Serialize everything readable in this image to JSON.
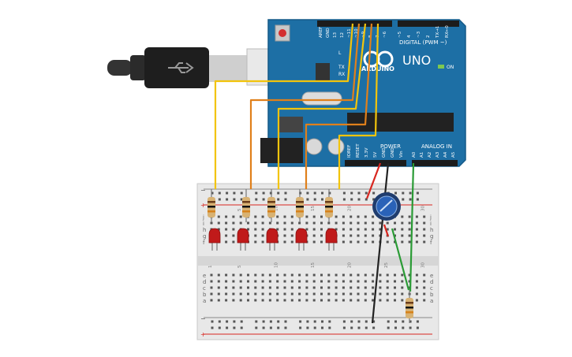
{
  "board": {
    "brand": "ARDUINO",
    "model": "UNO",
    "digital_label": "DIGITAL (PWM ~)",
    "power_label": "POWER",
    "analog_label": "ANALOG IN",
    "on_label": "ON",
    "l_label": "L",
    "tx_label": "TX",
    "rx_label": "RX",
    "digital_pins": [
      "AREF",
      "GND",
      "13",
      "12",
      "~11",
      "~10",
      "~9",
      "8",
      "7",
      "~6",
      "~5",
      "4",
      "~3",
      "2",
      "TX→1",
      "RX←0"
    ],
    "power_pins": [
      "IOREF",
      "RESET",
      "3.3V",
      "5V",
      "GND",
      "GND",
      "Vin"
    ],
    "analog_pins": [
      "A0",
      "A1",
      "A2",
      "A3",
      "A4",
      "A5"
    ]
  },
  "breadboard": {
    "column_numbers": [
      "1",
      "5",
      "10",
      "15",
      "20",
      "25",
      "30"
    ],
    "rows_top": [
      "j",
      "i",
      "h",
      "g",
      "f"
    ],
    "rows_bottom": [
      "e",
      "d",
      "c",
      "b",
      "a"
    ],
    "plus": "+",
    "minus": "−"
  },
  "colors": {
    "board": "#1d6fa5",
    "wire_yellow": "#f2c40c",
    "wire_orange": "#e0801b",
    "wire_red": "#d8261f",
    "wire_green": "#2a9b35",
    "wire_black": "#222222",
    "led": "#c01a1a",
    "pot": "#2a62b8"
  }
}
